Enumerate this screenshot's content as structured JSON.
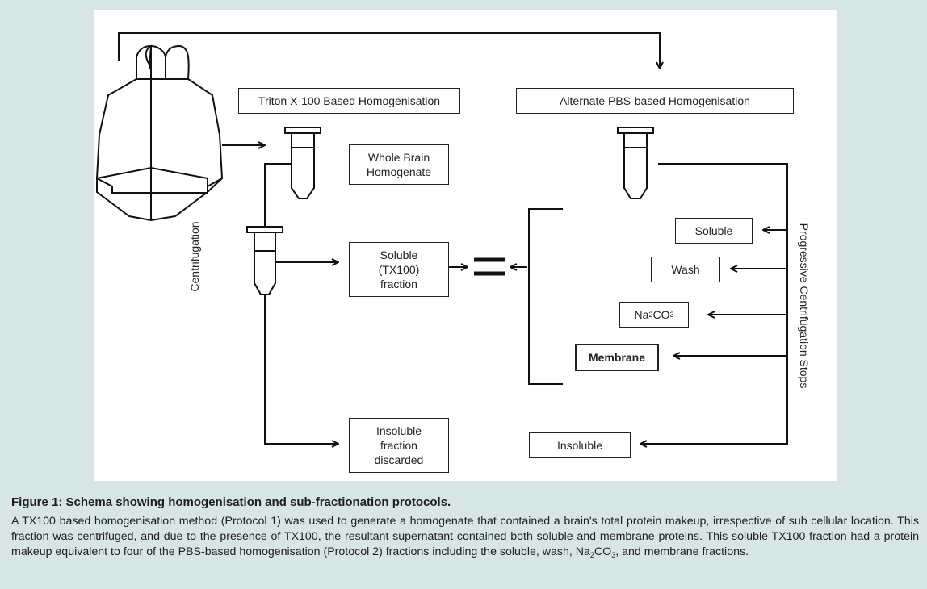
{
  "diagram": {
    "triton_label": "Triton X-100 Based Homogenisation",
    "pbs_label": "Alternate PBS-based Homogenisation",
    "whole_brain": "Whole Brain\nHomogenate",
    "soluble_tx": "Soluble\n(TX100)\nfraction",
    "insoluble_discarded": "Insoluble\nfraction\ndiscarded",
    "centrifugation": "Centrifugation",
    "progressive": "Progressive Centrifugation Stops",
    "soluble": "Soluble",
    "wash": "Wash",
    "na2co3_na": "Na",
    "na2co3_sub1": "2",
    "na2co3_co": "CO",
    "na2co3_sub2": "3",
    "membrane": "Membrane",
    "insoluble": "Insoluble"
  },
  "caption": {
    "title": "Figure 1: Schema showing homogenisation and sub-fractionation protocols.",
    "body_part1": "A TX100 based homogenisation method (Protocol 1) was used to generate a homogenate that contained a brain's total protein makeup, irrespective of sub cellular location. This fraction was centrifuged, and due to the presence of TX100, the resultant supernatant contained both soluble and membrane proteins. This soluble TX100 fraction had a protein makeup equivalent to four of the PBS-based homogenisation (Protocol 2) fractions including the soluble, wash, Na",
    "body_sub1": "2",
    "body_part2": "CO",
    "body_sub2": "3",
    "body_part3": ", and membrane fractions."
  }
}
